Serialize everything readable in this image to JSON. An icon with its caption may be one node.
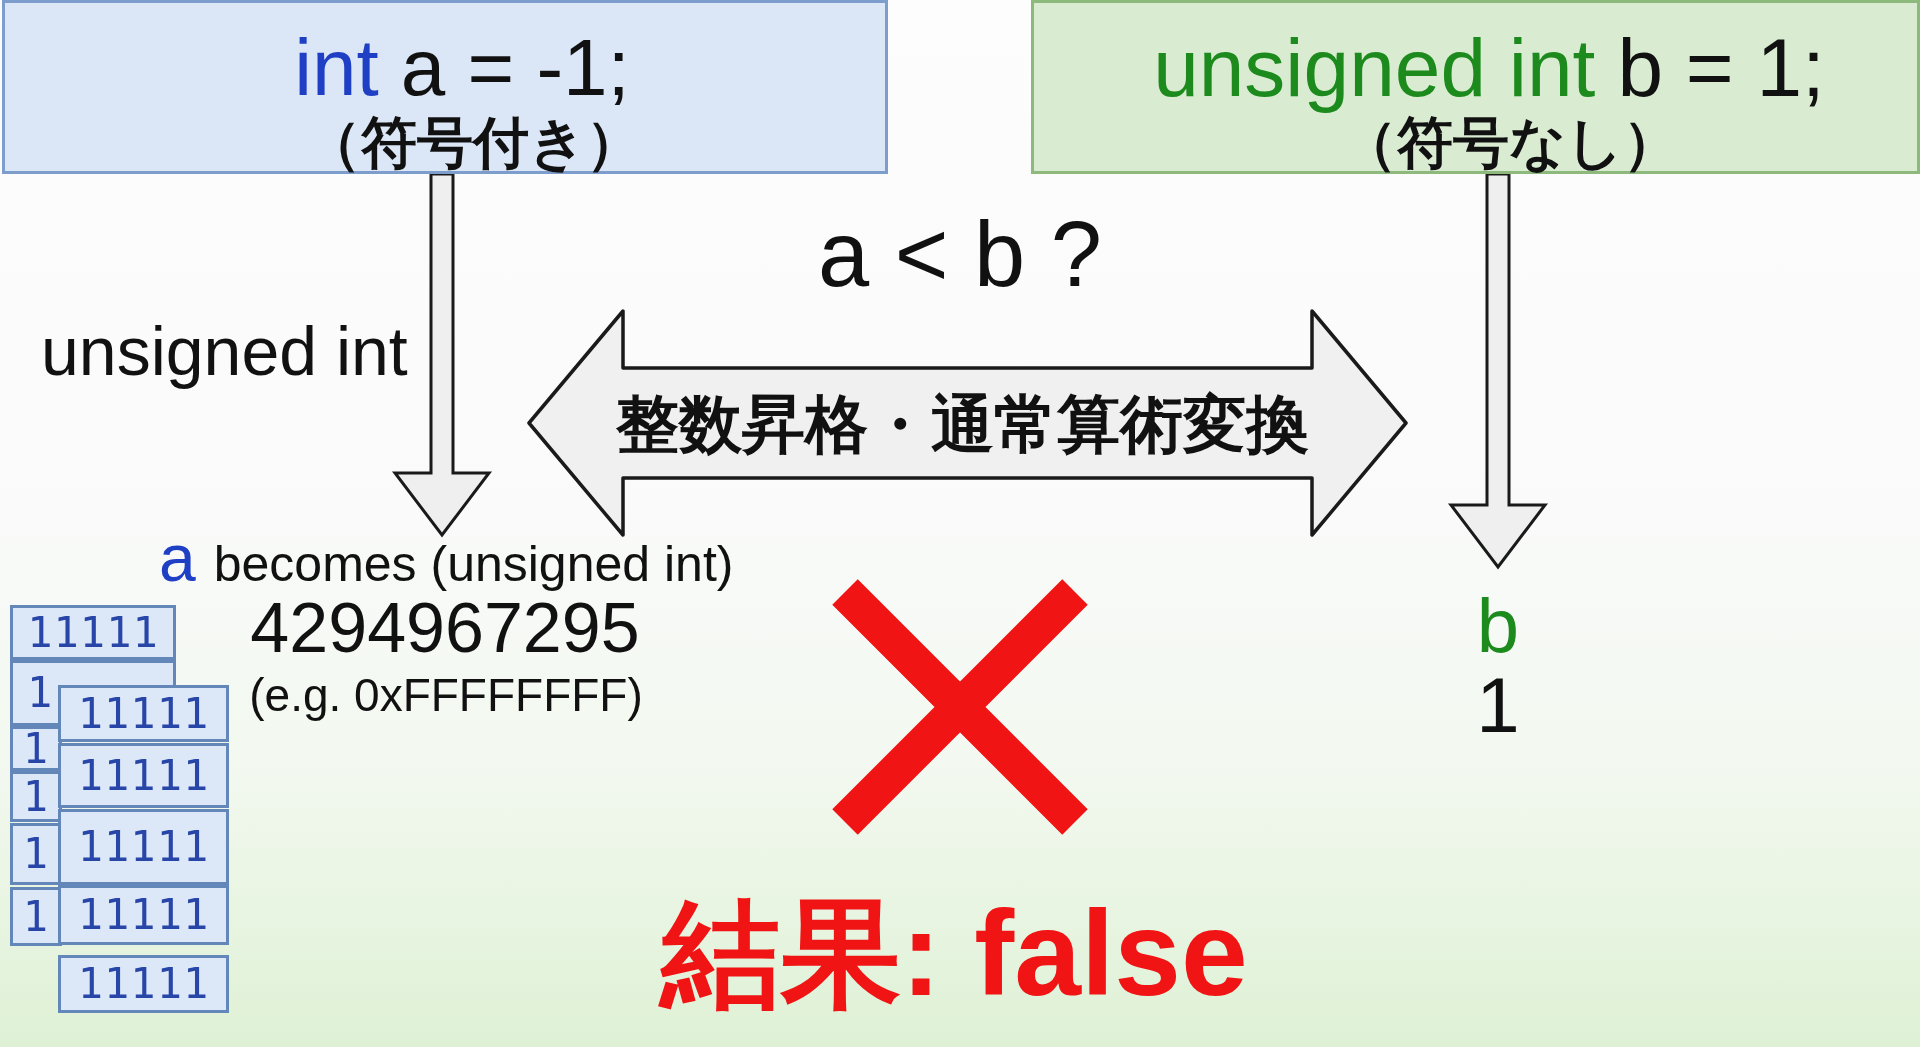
{
  "diagram": {
    "nodes": [
      {
        "text": [
          "int",
          "a = -1;",
          "（符号付き）"
        ]
      },
      {
        "text": [
          "unsigned int",
          "b = 1;",
          "（符号なし）"
        ]
      },
      {
        "text": [
          "整数昇格・通常算術変換"
        ]
      },
      {
        "text": [
          "a",
          "becomes (unsigned int)",
          "4294967295",
          "(e.g. 0xFFFFFFFF)"
        ]
      },
      {
        "text": [
          "b",
          "1"
        ]
      },
      {
        "text": [
          "11111"
        ]
      },
      {
        "text": [
          "1"
        ]
      },
      {
        "text": [
          "1"
        ]
      },
      {
        "text": [
          "1"
        ]
      },
      {
        "text": [
          "1"
        ]
      },
      {
        "text": [
          "1"
        ]
      },
      {
        "text": [
          "11111"
        ]
      },
      {
        "text": [
          "11111"
        ]
      },
      {
        "text": [
          "11111"
        ]
      },
      {
        "text": [
          "11111"
        ]
      },
      {
        "text": [
          "11111"
        ]
      }
    ],
    "edges": [
      {
        "from": 0,
        "to": 3,
        "arrow": "to",
        "label": "unsigned int"
      },
      {
        "from": 1,
        "to": 4,
        "arrow": "to"
      }
    ],
    "labels": [
      "a < b ?",
      "結果: false"
    ]
  }
}
